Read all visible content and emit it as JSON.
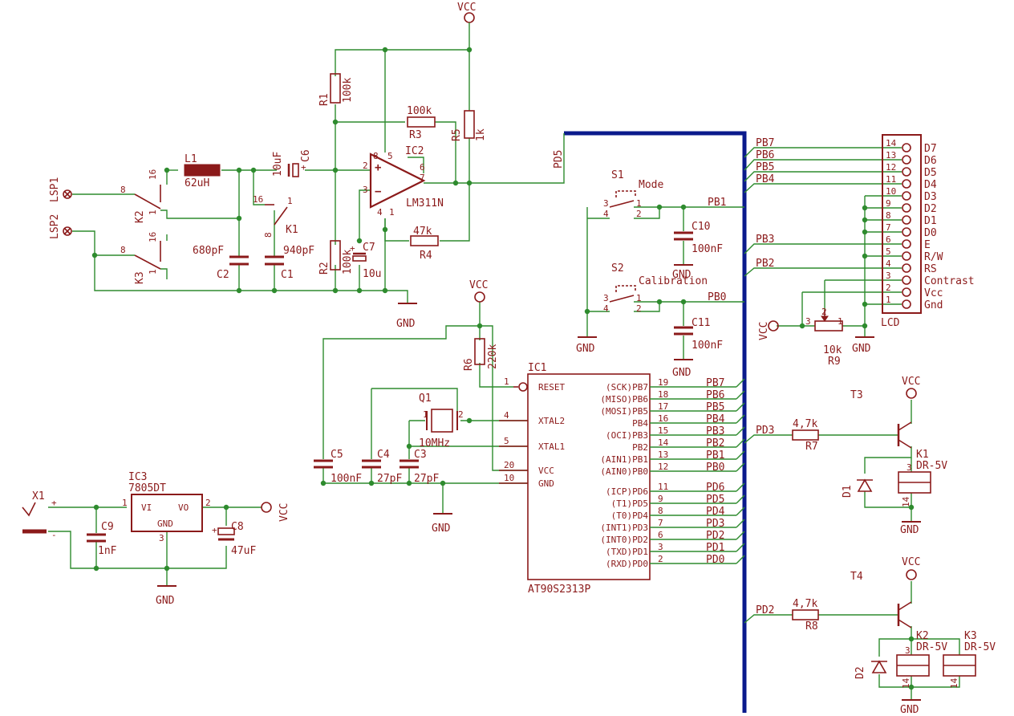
{
  "power": {
    "vcc": "VCC",
    "gnd": "GND"
  },
  "inductor": {
    "ref": "L1",
    "value": "62uH"
  },
  "cap_c6": {
    "ref": "C6",
    "value": "10uF"
  },
  "cap_c7": {
    "ref": "C7",
    "value": "10u"
  },
  "cap_c1": {
    "ref": "C1",
    "value": "940pF"
  },
  "cap_c2": {
    "ref": "C2",
    "value": "680pF"
  },
  "cap_c3": {
    "ref": "C3",
    "value": "27pF"
  },
  "cap_c4": {
    "ref": "C4",
    "value": "27pF"
  },
  "cap_c5": {
    "ref": "C5",
    "value": "100nF"
  },
  "cap_c8": {
    "ref": "C8",
    "value": "47uF"
  },
  "cap_c9": {
    "ref": "C9",
    "value": "1nF"
  },
  "cap_c10": {
    "ref": "C10",
    "value": "100nF"
  },
  "cap_c11": {
    "ref": "C11",
    "value": "100nF"
  },
  "res_r1": {
    "ref": "R1",
    "value": "100k"
  },
  "res_r2": {
    "ref": "R2",
    "value": "100k"
  },
  "res_r3": {
    "ref": "R3",
    "value": "100k"
  },
  "res_r4": {
    "ref": "R4",
    "value": "47k"
  },
  "res_r5": {
    "ref": "R5",
    "value": "1k"
  },
  "res_r6": {
    "ref": "R6",
    "value": "220k"
  },
  "res_r7": {
    "ref": "R7",
    "value": "4,7k"
  },
  "res_r8": {
    "ref": "R8",
    "value": "4,7k"
  },
  "pot_r9": {
    "ref": "R9",
    "value": "10k"
  },
  "ic2": {
    "ref": "IC2",
    "value": "LM311N",
    "pins": [
      "8",
      "2",
      "3",
      "6",
      "7",
      "5",
      "4",
      "1"
    ]
  },
  "ic3": {
    "ref": "IC3",
    "value": "7805DT",
    "vi": "VI",
    "vo": "VO",
    "gnd": "GND",
    "pins": [
      "1",
      "2",
      "3"
    ]
  },
  "ic1": {
    "ref": "IC1",
    "value": "AT90S2313P",
    "left_pins": [
      {
        "num": "1",
        "name": "RESET"
      },
      {
        "num": "4",
        "name": "XTAL2"
      },
      {
        "num": "5",
        "name": "XTAL1"
      },
      {
        "num": "20",
        "name": "VCC"
      },
      {
        "num": "10",
        "name": "GND"
      }
    ],
    "right_pins": [
      {
        "num": "19",
        "name": "(SCK)PB7",
        "net": "PB7"
      },
      {
        "num": "18",
        "name": "(MISO)PB6",
        "net": "PB6"
      },
      {
        "num": "17",
        "name": "(MOSI)PB5",
        "net": "PB5"
      },
      {
        "num": "16",
        "name": "PB4",
        "net": "PB4"
      },
      {
        "num": "15",
        "name": "(OCI)PB3",
        "net": "PB3"
      },
      {
        "num": "14",
        "name": "PB2",
        "net": "PB2"
      },
      {
        "num": "13",
        "name": "(AIN1)PB1",
        "net": "PB1"
      },
      {
        "num": "12",
        "name": "(AIN0)PB0",
        "net": "PB0"
      },
      {
        "num": "11",
        "name": "(ICP)PD6",
        "net": "PD6"
      },
      {
        "num": "9",
        "name": "(T1)PD5",
        "net": "PD5"
      },
      {
        "num": "8",
        "name": "(T0)PD4",
        "net": "PD4"
      },
      {
        "num": "7",
        "name": "(INT1)PD3",
        "net": "PD3"
      },
      {
        "num": "6",
        "name": "(INT0)PD2",
        "net": "PD2"
      },
      {
        "num": "3",
        "name": "(TXD)PD1",
        "net": "PD1"
      },
      {
        "num": "2",
        "name": "(RXD)PD0",
        "net": "PD0"
      }
    ]
  },
  "crystal": {
    "ref": "Q1",
    "value": "10MHz",
    "pins": [
      "1",
      "2"
    ]
  },
  "switch_s1": {
    "ref": "S1",
    "value": "Mode",
    "pins": [
      "3",
      "4",
      "1",
      "2"
    ]
  },
  "switch_s2": {
    "ref": "S2",
    "value": "Calibration",
    "pins": [
      "3",
      "4",
      "1",
      "2"
    ]
  },
  "relay_contacts": {
    "k1": {
      "ref": "K1",
      "pins": [
        "16",
        "1",
        "8"
      ]
    },
    "k2": {
      "ref": "K2",
      "pins": [
        "8",
        "16",
        "1"
      ]
    },
    "k3": {
      "ref": "K3",
      "pins": [
        "8",
        "16",
        "1"
      ]
    }
  },
  "speakers": {
    "lsp1": "LSP1",
    "lsp2": "LSP2"
  },
  "connector_x1": {
    "ref": "X1",
    "plus": "+",
    "minus": "-"
  },
  "lcd": {
    "ref": "LCD",
    "pins": [
      {
        "num": "14",
        "name": "D7",
        "net": "PB7"
      },
      {
        "num": "13",
        "name": "D6",
        "net": "PB6"
      },
      {
        "num": "12",
        "name": "D5",
        "net": "PB5"
      },
      {
        "num": "11",
        "name": "D4",
        "net": "PB4"
      },
      {
        "num": "10",
        "name": "D3",
        "net": ""
      },
      {
        "num": "9",
        "name": "D2",
        "net": ""
      },
      {
        "num": "8",
        "name": "D1",
        "net": ""
      },
      {
        "num": "7",
        "name": "D0",
        "net": ""
      },
      {
        "num": "6",
        "name": "E",
        "net": "PB3"
      },
      {
        "num": "5",
        "name": "R/W",
        "net": ""
      },
      {
        "num": "4",
        "name": "RS",
        "net": "PB2"
      },
      {
        "num": "3",
        "name": "Contrast",
        "net": ""
      },
      {
        "num": "2",
        "name": "Vcc",
        "net": ""
      },
      {
        "num": "1",
        "name": "Gnd",
        "net": ""
      }
    ]
  },
  "t3": {
    "ref": "T3",
    "net": "PD3",
    "relay_ref": "K1",
    "relay_value": "DR-5V",
    "diode": "D1",
    "pins": [
      "3",
      "14"
    ]
  },
  "t4": {
    "ref": "T4",
    "net": "PD2",
    "relay_ref": "K2",
    "relay_value": "DR-5V",
    "relay2_ref": "K3",
    "relay2_value": "DR-5V",
    "diode": "D2",
    "pins": [
      "3",
      "14",
      "14"
    ]
  },
  "nets": {
    "pd5": "PD5",
    "pb1": "PB1",
    "pb0": "PB0",
    "pb3": "PB3",
    "pb2": "PB2",
    "pb7": "PB7",
    "pb6": "PB6",
    "pb5": "PB5",
    "pb4": "PB4"
  }
}
